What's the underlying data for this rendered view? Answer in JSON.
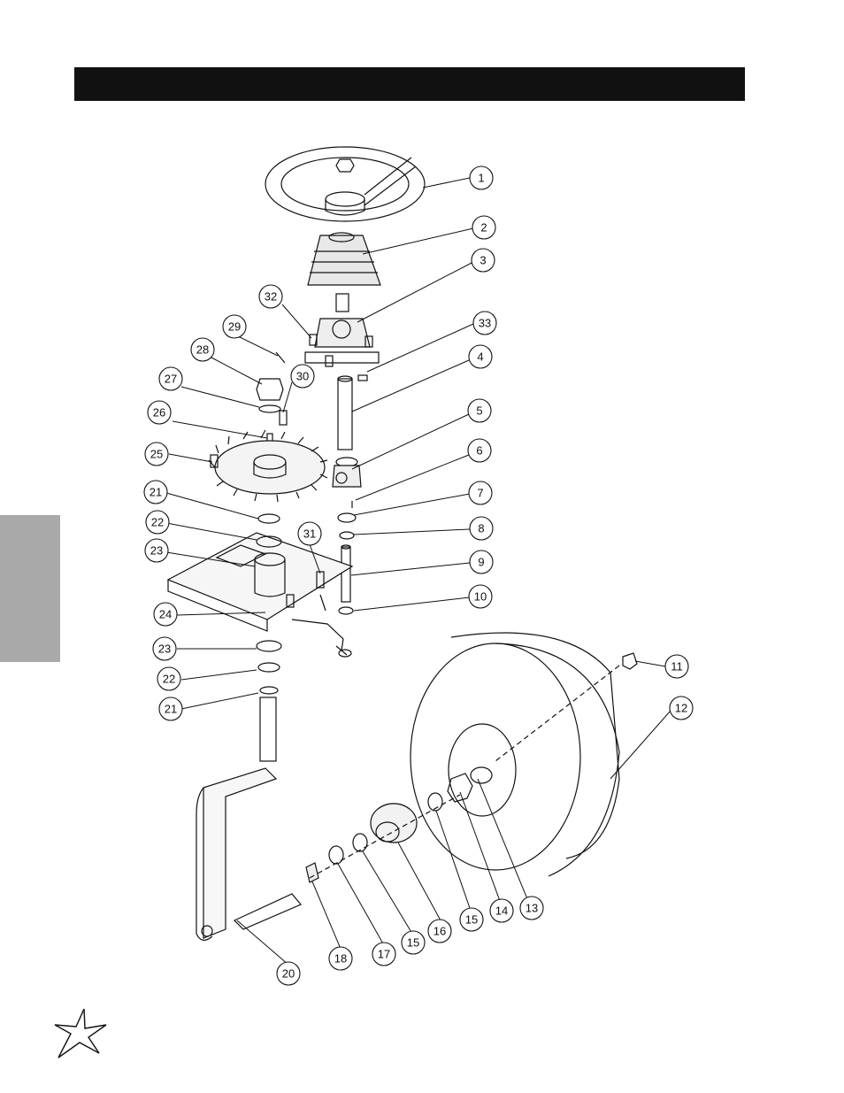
{
  "header": {
    "title": ""
  },
  "side_tab": {
    "label": ""
  },
  "callouts": [
    {
      "id": "c1",
      "num": "1"
    },
    {
      "id": "c2",
      "num": "2"
    },
    {
      "id": "c3",
      "num": "3"
    },
    {
      "id": "c32",
      "num": "32"
    },
    {
      "id": "c33",
      "num": "33"
    },
    {
      "id": "c29",
      "num": "29"
    },
    {
      "id": "c28",
      "num": "28"
    },
    {
      "id": "c4",
      "num": "4"
    },
    {
      "id": "c27",
      "num": "27"
    },
    {
      "id": "c30",
      "num": "30"
    },
    {
      "id": "c26",
      "num": "26"
    },
    {
      "id": "c5",
      "num": "5"
    },
    {
      "id": "c25",
      "num": "25"
    },
    {
      "id": "c6",
      "num": "6"
    },
    {
      "id": "c21a",
      "num": "21"
    },
    {
      "id": "c7",
      "num": "7"
    },
    {
      "id": "c22a",
      "num": "22"
    },
    {
      "id": "c8",
      "num": "8"
    },
    {
      "id": "c31",
      "num": "31"
    },
    {
      "id": "c23a",
      "num": "23"
    },
    {
      "id": "c9",
      "num": "9"
    },
    {
      "id": "c10",
      "num": "10"
    },
    {
      "id": "c24",
      "num": "24"
    },
    {
      "id": "c23b",
      "num": "23"
    },
    {
      "id": "c22b",
      "num": "22"
    },
    {
      "id": "c11",
      "num": "11"
    },
    {
      "id": "c21b",
      "num": "21"
    },
    {
      "id": "c12",
      "num": "12"
    },
    {
      "id": "c13",
      "num": "13"
    },
    {
      "id": "c14",
      "num": "14"
    },
    {
      "id": "c15a",
      "num": "15"
    },
    {
      "id": "c16",
      "num": "16"
    },
    {
      "id": "c15b",
      "num": "15"
    },
    {
      "id": "c17",
      "num": "17"
    },
    {
      "id": "c18",
      "num": "18"
    },
    {
      "id": "c20",
      "num": "20"
    }
  ]
}
